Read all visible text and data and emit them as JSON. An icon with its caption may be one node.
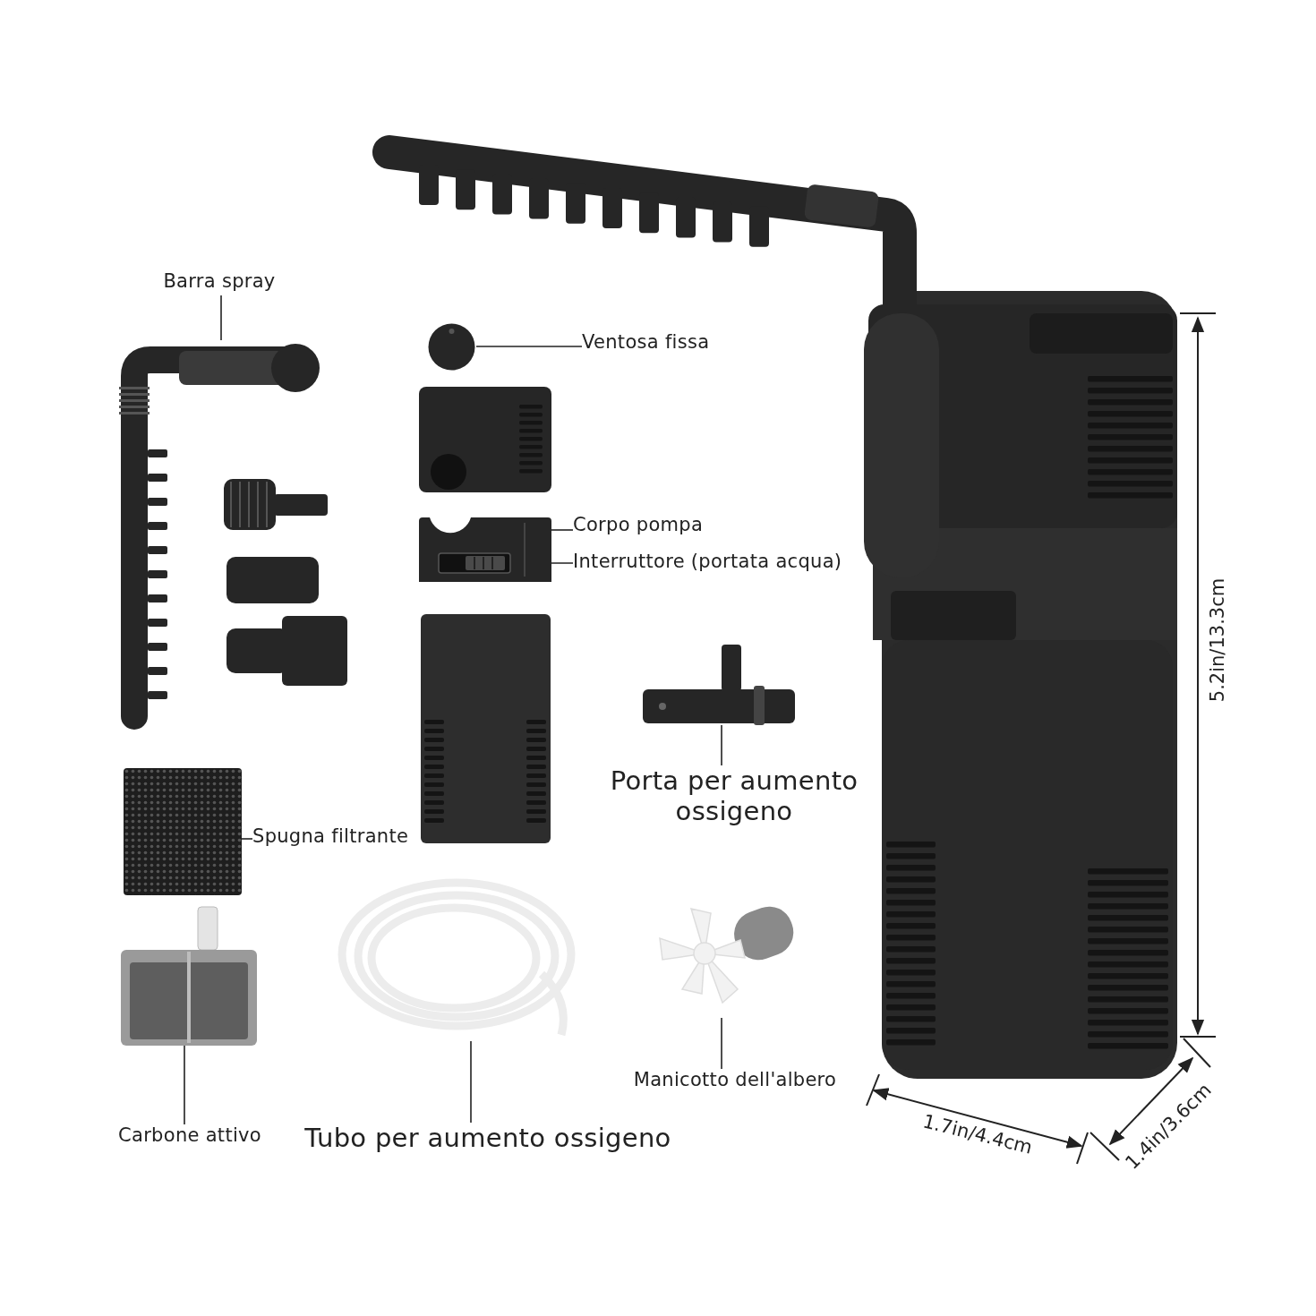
{
  "diagram": {
    "nodes": [
      {
        "text": [
          "Barra spray"
        ]
      },
      {
        "text": [],
        "shape": "picture"
      },
      {
        "text": [],
        "shape": "picture"
      },
      {
        "text": [
          "Ventosa fissa"
        ]
      },
      {
        "text": [],
        "shape": "picture"
      },
      {
        "text": [
          "Corpo pompa"
        ]
      },
      {
        "text": [],
        "shape": "picture",
        "in": 4
      },
      {
        "text": [
          "Interruttore (portata acqua)"
        ]
      },
      {
        "text": [],
        "shape": "picture"
      },
      {
        "text": [
          "Porta per aumento ossigeno"
        ]
      },
      {
        "text": [],
        "shape": "picture"
      },
      {
        "text": [
          "Spugna filtrante"
        ]
      },
      {
        "text": [],
        "shape": "picture"
      },
      {
        "text": [
          "Carbone attivo"
        ]
      },
      {
        "text": [],
        "shape": "picture"
      },
      {
        "text": [
          "Tubo per aumento ossigeno"
        ]
      },
      {
        "text": [],
        "shape": "picture"
      },
      {
        "text": [
          "Manicotto dell'albero"
        ]
      }
    ],
    "edges": [
      {
        "from": 0,
        "to": 1,
        "arrow": "none"
      },
      {
        "from": 3,
        "to": 2,
        "arrow": "none"
      },
      {
        "from": 5,
        "to": 4,
        "arrow": "none"
      },
      {
        "from": 7,
        "to": 6,
        "arrow": "none"
      },
      {
        "from": 9,
        "to": 8,
        "arrow": "none"
      },
      {
        "from": 11,
        "to": 10,
        "arrow": "none"
      },
      {
        "from": 13,
        "to": 12,
        "arrow": "none"
      },
      {
        "from": 15,
        "to": 14,
        "arrow": "none"
      },
      {
        "from": 17,
        "to": 16,
        "arrow": "none"
      }
    ],
    "labels": [
      "5.2in/13.3cm",
      "1.7in/4.4cm",
      "1.4in/3.6cm"
    ]
  }
}
